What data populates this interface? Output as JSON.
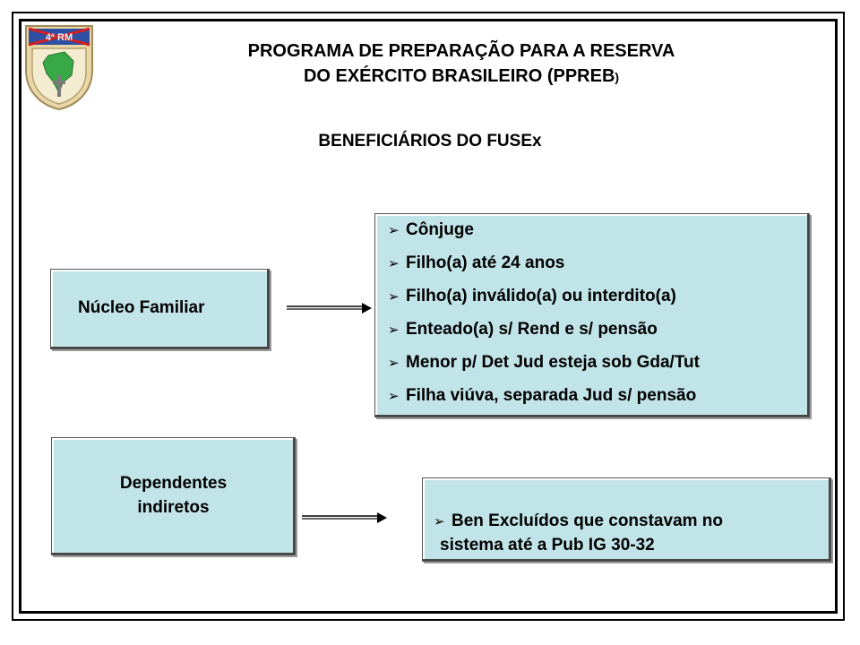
{
  "header": {
    "title_line1": "PROGRAMA DE PREPARAÇÃO PARA A RESERVA",
    "title_line2_main": "DO EXÉRCITO BRASILEIRO (PPREB",
    "title_line2_end": ")",
    "subtitle": "BENEFICIÁRIOS DO FUSEx",
    "emblem_text": "4ª RM"
  },
  "groups": [
    {
      "label": "Núcleo Familiar",
      "items": [
        "Cônjuge",
        "Filho(a) até 24 anos",
        "Filho(a) inválido(a) ou interdito(a)",
        "Enteado(a) s/ Rend e s/ pensão",
        "Menor p/ Det Jud esteja sob Gda/Tut",
        "Filha viúva, separada Jud s/ pensão"
      ]
    },
    {
      "label_line1": "Dependentes",
      "label_line2": "indiretos",
      "item_line1": "Ben Excluídos que constavam no",
      "item_line2": "sistema até  a Pub IG 30-32"
    }
  ],
  "bullet_symbol": "➢",
  "colors": {
    "box_fill": "#c1e4e9",
    "frame": "#000000"
  }
}
